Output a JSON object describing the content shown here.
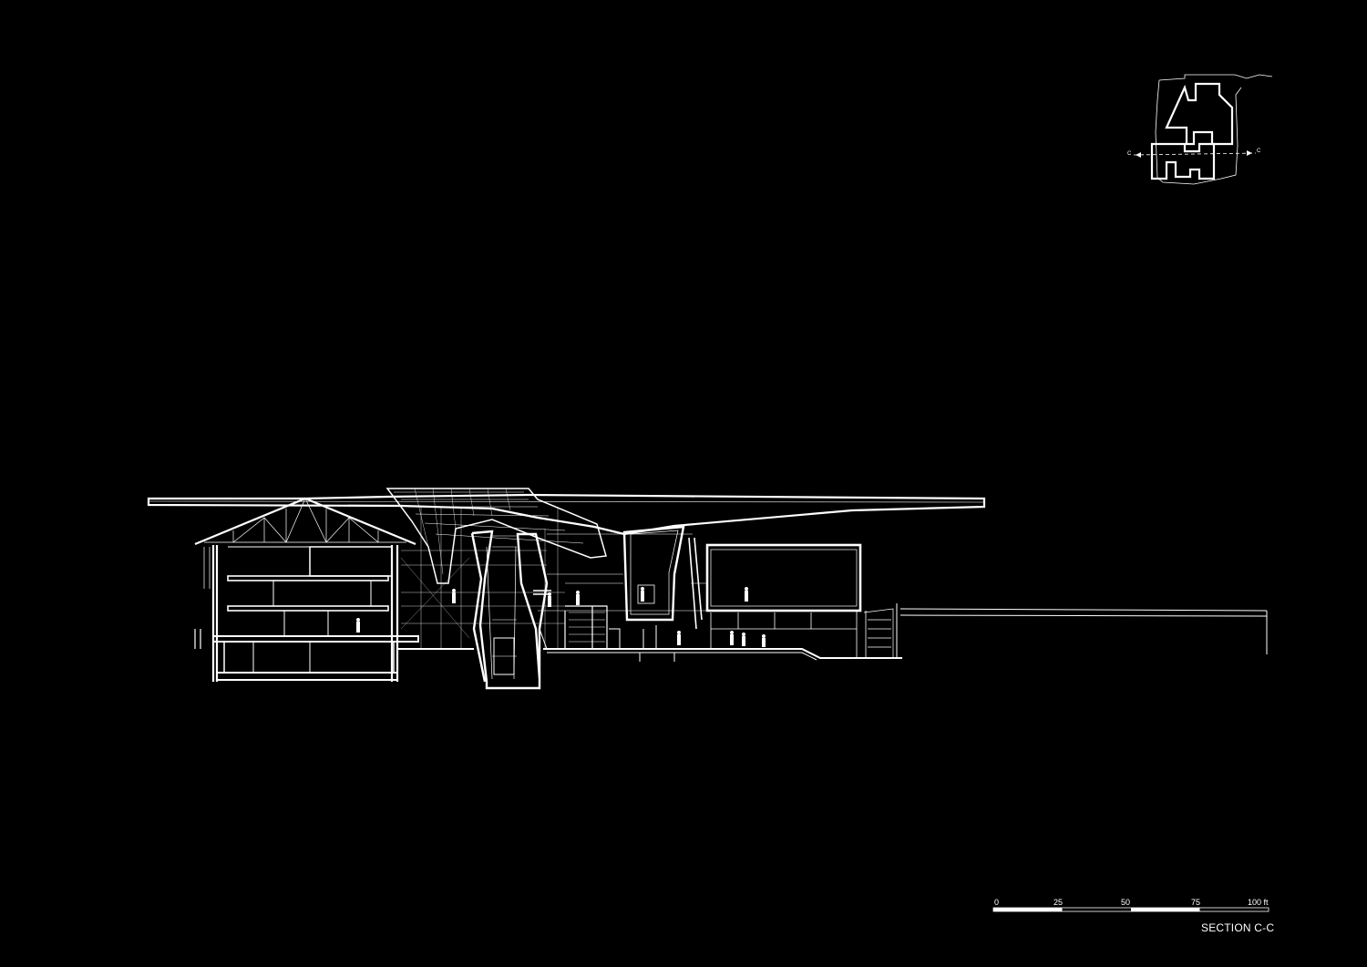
{
  "drawing": {
    "title": "SECTION C-C",
    "background": "#000000",
    "line_color": "#ffffff"
  },
  "scale_bar": {
    "ticks": [
      {
        "label": "0",
        "value": 0
      },
      {
        "label": "25",
        "value": 25
      },
      {
        "label": "50",
        "value": 50
      },
      {
        "label": "75",
        "value": 75
      },
      {
        "label": "100 ft",
        "value": 100
      }
    ],
    "unit": "ft"
  },
  "key_plan": {
    "cut_label_left": "C",
    "cut_label_right": "C"
  }
}
